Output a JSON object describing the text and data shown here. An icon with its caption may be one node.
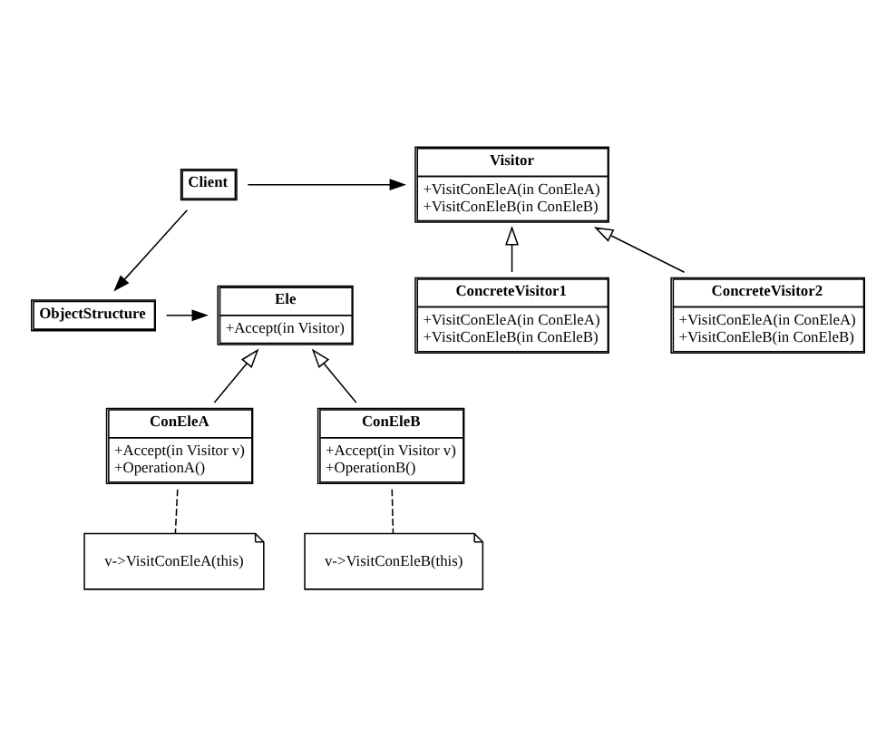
{
  "diagram": {
    "nodes": [
      {
        "text": [
          "Client"
        ]
      },
      {
        "text": [
          "Visitor",
          "+VisitConEleA(in ConEleA)",
          "+VisitConEleB(in ConEleB)"
        ]
      },
      {
        "text": [
          "ConcreteVisitor1",
          "+VisitConEleA(in ConEleA)",
          "+VisitConEleB(in ConEleB)"
        ]
      },
      {
        "text": [
          "ConcreteVisitor2",
          "+VisitConEleA(in ConEleA)",
          "+VisitConEleB(in ConEleB)"
        ]
      },
      {
        "text": [
          "ObjectStructure"
        ]
      },
      {
        "text": [
          "Ele",
          "+Accept(in Visitor)"
        ]
      },
      {
        "text": [
          "ConEleA",
          "+Accept(in Visitor v)",
          "+OperationA()"
        ]
      },
      {
        "text": [
          "ConEleB",
          "+Accept(in Visitor v)",
          "+OperationB()"
        ]
      },
      {
        "text": [
          "v->VisitConEleA(this)"
        ]
      },
      {
        "text": [
          "v->VisitConEleB(this)"
        ]
      }
    ],
    "edges": [
      {
        "from": 0,
        "to": 1,
        "arrow": "to"
      },
      {
        "from": 0,
        "to": 4,
        "arrow": "to"
      },
      {
        "from": 4,
        "to": 5,
        "arrow": "to"
      },
      {
        "from": 2,
        "to": 1,
        "arrow": "to"
      },
      {
        "from": 3,
        "to": 1,
        "arrow": "to"
      },
      {
        "from": 6,
        "to": 5,
        "arrow": "to"
      },
      {
        "from": 7,
        "to": 5,
        "arrow": "to"
      },
      {
        "from": 6,
        "to": 8,
        "arrow": "none",
        "style": "dashed"
      },
      {
        "from": 7,
        "to": 9,
        "arrow": "none",
        "style": "dashed"
      }
    ]
  }
}
